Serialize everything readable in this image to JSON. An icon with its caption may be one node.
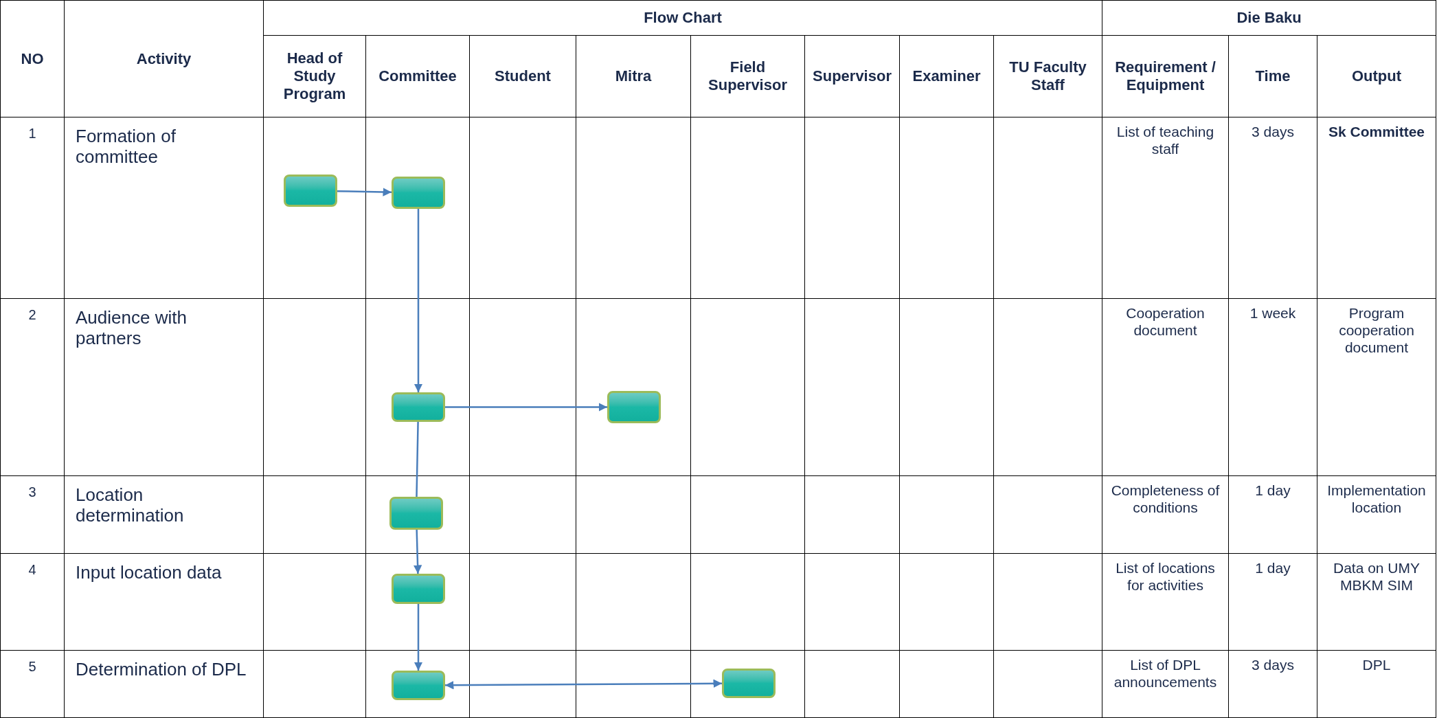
{
  "diagram": {
    "nodes": [
      {
        "text": [],
        "shape": "box"
      },
      {
        "text": [],
        "shape": "box"
      },
      {
        "text": [],
        "shape": "box"
      },
      {
        "text": [],
        "shape": "box"
      },
      {
        "text": [],
        "shape": "box"
      },
      {
        "text": [],
        "shape": "box"
      },
      {
        "text": [],
        "shape": "box"
      },
      {
        "text": [],
        "shape": "box"
      }
    ],
    "edges": [
      {
        "from": 0,
        "to": 1,
        "arrow": "to"
      },
      {
        "from": 1,
        "to": 2,
        "arrow": "to"
      },
      {
        "from": 2,
        "to": 3,
        "arrow": "to"
      },
      {
        "from": 2,
        "to": 4,
        "arrow": "none"
      },
      {
        "from": 4,
        "to": 5,
        "arrow": "to"
      },
      {
        "from": 5,
        "to": 6,
        "arrow": "to"
      },
      {
        "from": 6,
        "to": 7,
        "arrow": "both"
      }
    ],
    "labels": [
      "NO",
      "Activity",
      "Flow Chart",
      "Die Baku",
      "Head of Study Program",
      "Committee",
      "Student",
      "Mitra",
      "Field Supervisor",
      "Supervisor",
      "Examiner",
      "TU Faculty Staff",
      "Requirement / Equipment",
      "Time",
      "Output",
      "1",
      "Formation of committee",
      "List of teaching staff",
      "3 days",
      "Sk Committee",
      "2",
      "Audience with partners",
      "Cooperation document",
      "1 week",
      "Program cooperation document",
      "3",
      "Location determination",
      "Completeness of conditions",
      "1 day",
      "Implementation location",
      "4",
      "Input location data",
      "List of locations for activities",
      "1 day",
      "Data on UMY MBKM SIM",
      "5",
      "Determination of DPL",
      "List of DPL announcements",
      "3 days",
      "DPL"
    ]
  }
}
